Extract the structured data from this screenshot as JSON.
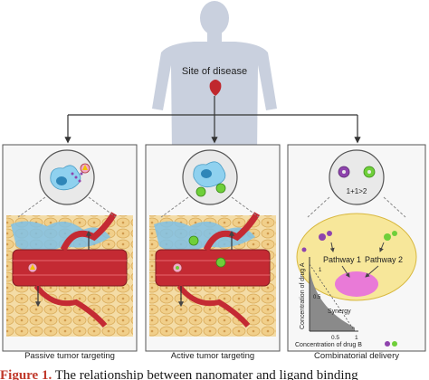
{
  "site_label": "Site of disease",
  "panels": [
    {
      "id": "passive",
      "label": "Passive tumor targeting"
    },
    {
      "id": "active",
      "label": "Active tumor targeting"
    },
    {
      "id": "combo",
      "label": "Combinatorial delivery"
    }
  ],
  "synergy_text": "1+1>2",
  "pathways": [
    "Pathway 1",
    "Pathway 2"
  ],
  "plot": {
    "ylabel": "Concentration of drug A",
    "xlabel": "Concentration of drug B",
    "tick_x_mid": "0.5",
    "tick_x_end": "1",
    "tick_y_mid": "0.5",
    "tick_y_end": "1",
    "region_label": "Synergy"
  },
  "caption": {
    "prefix": "Figure 1.",
    "text": " The relationship between nanomater and ligand binding"
  },
  "colors": {
    "body": "#c9d0de",
    "cell": "#f1d49b",
    "tissue_blue": "#7fc1e6",
    "vessel": "#c42a33",
    "panel_bg": "#f4f4f4",
    "purple": "#8e44ad",
    "green": "#6fcf3a",
    "pink": "#e97ad7",
    "yellow_cell": "#f7e79a",
    "arrow": "#333333"
  }
}
